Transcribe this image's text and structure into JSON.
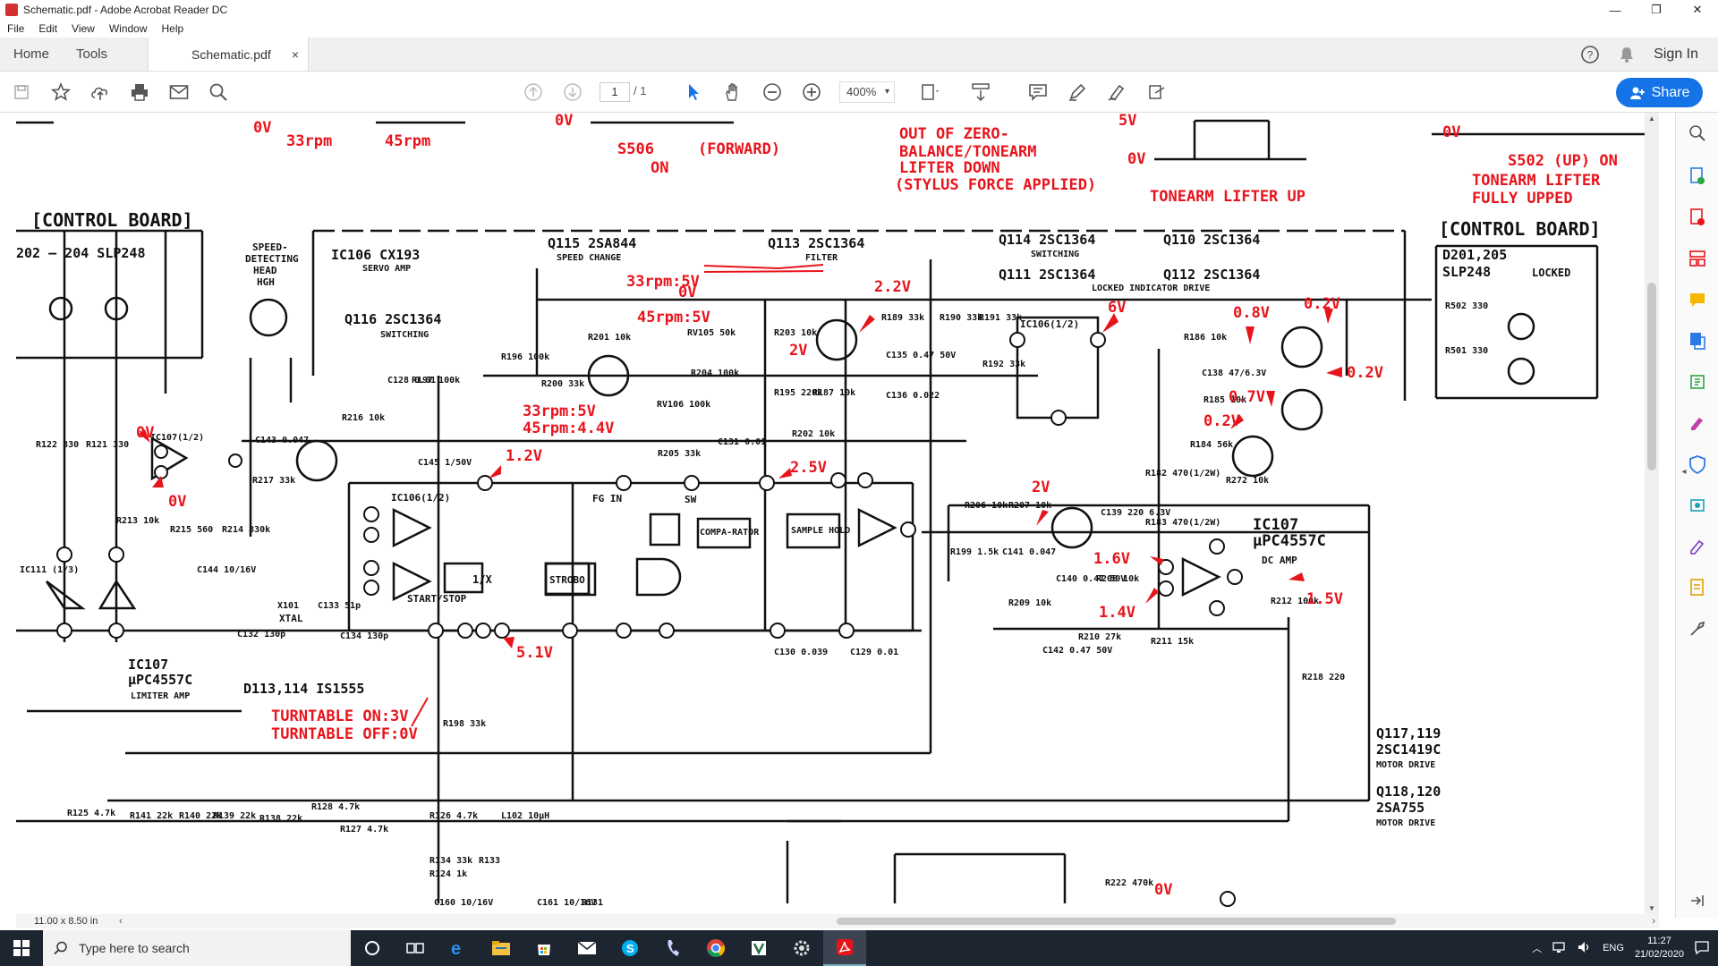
{
  "window": {
    "title": "Schematic.pdf - Adobe Acrobat Reader DC",
    "controls": [
      "—",
      "❐",
      "✕"
    ]
  },
  "menu": [
    "File",
    "Edit",
    "View",
    "Window",
    "Help"
  ],
  "tabs": {
    "home": "Home",
    "tools": "Tools",
    "document": "Schematic.pdf",
    "close": "×",
    "sign_in": "Sign In"
  },
  "toolbar": {
    "page_current": "1",
    "page_total": "/ 1",
    "zoom": "400%",
    "share": "Share"
  },
  "status": {
    "page_size": "11.00 x 8.50 in"
  },
  "taskbar": {
    "search_placeholder": "Type here to search",
    "language": "ENG",
    "time": "11:27",
    "date": "21/02/2020"
  },
  "colors": {
    "accent": "#1473e6",
    "annotation_red": "#e8141c",
    "taskbar": "#1c2530"
  },
  "schematic": {
    "top_labels": {
      "ov_1": "0V",
      "rpm33": "33rpm",
      "rpm45": "45rpm",
      "ov_2": "0V",
      "s506": "S506",
      "forward": "(FORWARD)",
      "on": "ON",
      "zero_balance_1": "OUT OF ZERO-",
      "zero_balance_2": "BALANCE/TONEARM",
      "zero_balance_3": "LIFTER DOWN",
      "zero_balance_4": "(STYLUS FORCE APPLIED)",
      "v5_top": "5V",
      "ov_3": "0V",
      "tonearm_up": "TONEARM LIFTER UP",
      "ov_4": "0V",
      "s502_1": "S502 (UP) ON",
      "s502_2": "TONEARM LIFTER",
      "s502_3": "FULLY UPPED"
    },
    "blocks": {
      "control_board_left": "[CONTROL BOARD]",
      "led_left": "202 — 204   SLP248",
      "speed_head_1": "SPEED-",
      "speed_head_2": "DETECTING",
      "speed_head_3": "HEAD",
      "speed_head_4": "HGH",
      "ic106": "IC106   CX193",
      "servo_amp": "SERVO AMP",
      "q115": "Q115   2SA844",
      "speed_change": "SPEED CHANGE",
      "q113": "Q113   2SC1364",
      "filter": "FILTER",
      "q114": "Q114   2SC1364",
      "switching": "SWITCHING",
      "q110": "Q110   2SC1364",
      "q111": "Q111   2SC1364",
      "q112": "Q112   2SC1364",
      "locked_drive": "LOCKED INDICATOR DRIVE",
      "control_board_right": "[CONTROL BOARD]",
      "d201": "D201,205",
      "slp248b": "SLP248",
      "locked": "LOCKED",
      "q116": "Q116   2SC1364",
      "q116_sw": "SWITCHING",
      "ic107_main": "IC107",
      "ic107_part": "µPC4557C",
      "dc_amp": "DC AMP",
      "ic107_left": "IC107",
      "ic107_left_part": "µPC4557C",
      "limiter_amp": "LIMITER AMP",
      "d113": "D113,114   IS1555",
      "q117": "Q117,119",
      "q117_part": "2SC1419C",
      "q117_role": "MOTOR DRIVE",
      "q118": "Q118,120",
      "q118_part": "2SA755",
      "q118_role": "MOTOR DRIVE",
      "comparator": "COMPA-RATOR",
      "sample_hold": "SAMPLE HOLD",
      "strobo": "STROBO",
      "one_x": "1/X",
      "start_stop": "START/STOP",
      "xtal": "XTAL",
      "fg_in": "FG IN",
      "sw": "SW",
      "ic106_half_1": "IC106(1/2)",
      "ic106_half_2": "IC106(1/2)",
      "ic107_half": "IC107(1/2)"
    },
    "red_annotations": {
      "v33": "33rpm:5V",
      "v0": "0V",
      "v45": "45rpm:5V",
      "v22": "2.2V",
      "v6": "6V",
      "v08": "0.8V",
      "v02a": "0.2V",
      "v02b": "0.2V",
      "v07": "0.7V",
      "v02c": "0.2V",
      "v2": "2V",
      "v12": "1.2V",
      "v33b": "33rpm:5V",
      "v45b": "45rpm:4.4V",
      "v25": "2.5V",
      "v0left": "0V",
      "v0left2": "0V",
      "v2b": "2V",
      "v16": "1.6V",
      "v15": "1.5V",
      "v14": "1.4V",
      "v51": "5.1V",
      "turntable_on": "TURNTABLE  ON:3V",
      "turntable_off": "TURNTABLE OFF:0V",
      "v0bottom": "0V"
    },
    "components": [
      "R122 330",
      "R121 330",
      "R213 10k",
      "R215 560",
      "R214 330k",
      "C144 10/16V",
      "C143 0.047",
      "R217 33k",
      "C128 0.01",
      "R197 100k",
      "R216 10k",
      "R196 100k",
      "R200 33k",
      "R201 10k",
      "RV105 50k",
      "R204 100k",
      "RV106 100k",
      "R205 33k",
      "C131 0.01",
      "R203 10k",
      "R195 220k",
      "R187 10k",
      "R202 10k",
      "R189 33k",
      "C135 0.47 50V",
      "C136 0.022",
      "R190 33k",
      "R191 33k",
      "R192 33k",
      "R186 10k",
      "C138 47/6.3V",
      "R185 10k",
      "R184 56k",
      "R272 10k",
      "R182 470(1/2W)",
      "R183 470(1/2W)",
      "R206 10k",
      "R207 10k",
      "R199 1.5k",
      "C141 0.047",
      "C139 220 6.3V",
      "C140 0.47 50V",
      "R208 10k",
      "R209 10k",
      "R210 27k",
      "R211 15k",
      "C142 0.47 50V",
      "R212 100k",
      "R218 220",
      "C132 130p",
      "C133 51p",
      "C134 130p",
      "X101",
      "C130 0.039",
      "C129 0.01",
      "R198 33k",
      "R125 4.7k",
      "R141 22k",
      "R140 22k",
      "R139 22k",
      "R138 22k",
      "R128 4.7k",
      "R127 4.7k",
      "R126 4.7k",
      "L102 10µH",
      "R134 33k",
      "R133",
      "R124 1k",
      "C160 10/16V",
      "C161 10/16V",
      "R131",
      "R222 470k",
      "R502 330",
      "R501 330",
      "C145 1/50V",
      "IC111 (1/3)"
    ]
  }
}
